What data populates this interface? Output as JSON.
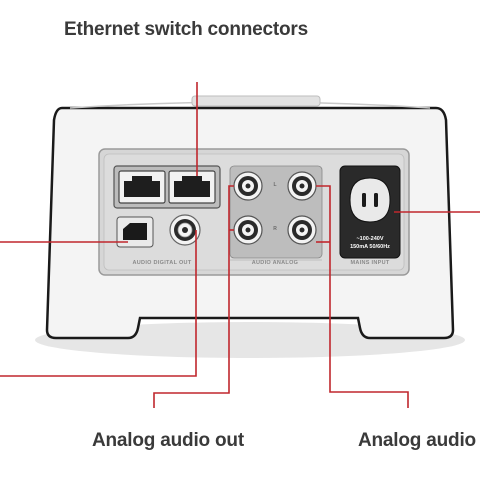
{
  "callouts": {
    "ethernet": "Ethernet switch connectors",
    "analog_out": "Analog audio out",
    "analog_in": "Analog audio"
  },
  "panel": {
    "digital_out": "AUDIO DIGITAL OUT",
    "analog": "AUDIO ANALOG",
    "mains": "MAINS INPUT",
    "rating_line1": "~100-240V",
    "rating_line2": "150mA 50/60Hz",
    "jack_l": "L",
    "jack_r": "R"
  },
  "colors": {
    "leader_line": "#c0272d",
    "device_body": "#f4f4f4",
    "device_outline": "#1a1a1a",
    "panel": "#d6d6d6"
  }
}
